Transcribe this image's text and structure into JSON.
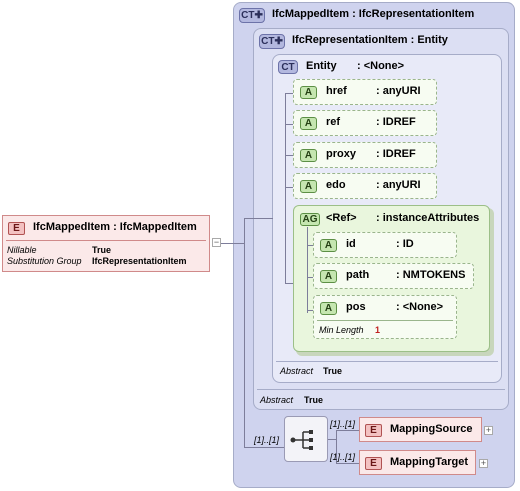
{
  "diagram": {
    "root_element": {
      "badge": "E",
      "name": "IfcMappedItem",
      "type": "IfcMappedItem",
      "props": [
        {
          "key": "Nillable",
          "value": "True"
        },
        {
          "key": "Substitution Group",
          "value": "IfcRepresentationItem"
        }
      ]
    },
    "ct_outer": {
      "badge": "CT",
      "name": "IfcMappedItem",
      "base": "IfcRepresentationItem"
    },
    "ct_mid": {
      "badge": "CT",
      "name": "IfcRepresentationItem",
      "base": "Entity",
      "abstract_label": "Abstract",
      "abstract_value": "True"
    },
    "ct_inner": {
      "badge": "CT",
      "name": "Entity",
      "type": ": <None>",
      "abstract_label": "Abstract",
      "abstract_value": "True"
    },
    "attributes": [
      {
        "badge": "A",
        "name": "href",
        "type": ": anyURI"
      },
      {
        "badge": "A",
        "name": "ref",
        "type": ": IDREF"
      },
      {
        "badge": "A",
        "name": "proxy",
        "type": ": IDREF"
      },
      {
        "badge": "A",
        "name": "edo",
        "type": ": anyURI"
      }
    ],
    "attribute_group": {
      "badge": "AG",
      "name": "<Ref>",
      "type": ": instanceAttributes",
      "attributes": [
        {
          "badge": "A",
          "name": "id",
          "type": ": ID"
        },
        {
          "badge": "A",
          "name": "path",
          "type": ": NMTOKENS"
        },
        {
          "badge": "A",
          "name": "pos",
          "type": ": <None>",
          "extra_label": "Min Length",
          "extra_value": "1"
        }
      ]
    },
    "sequence": {
      "occurrence": "[1]..[1]",
      "children": [
        {
          "badge": "E",
          "name": "MappingSource",
          "occurrence": "[1]..[1]"
        },
        {
          "badge": "E",
          "name": "MappingTarget",
          "occurrence": "[1]..[1]"
        }
      ]
    },
    "expand_symbol": "+",
    "collapse_symbol": "−"
  }
}
